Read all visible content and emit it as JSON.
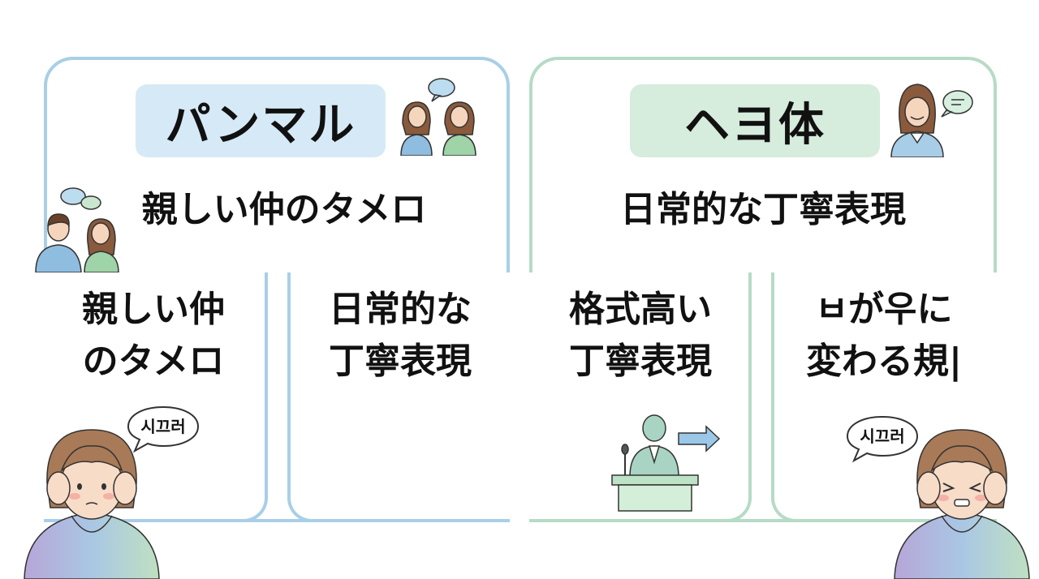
{
  "left": {
    "title": "パンマル",
    "subtitle": "親しい仲のタメロ",
    "cells": [
      {
        "line1": "親しい仲",
        "line2": "のタメロ"
      },
      {
        "line1": "日常的な",
        "line2": "丁寧表現"
      }
    ],
    "speech": "시끄러"
  },
  "right": {
    "title": "ヘヨ体",
    "subtitle": "日常的な丁寧表現",
    "cells": [
      {
        "line1": "格式高い",
        "line2": "丁寧表現"
      },
      {
        "line1": "ㅂが우に",
        "line2": "変わる規|"
      }
    ],
    "speech": "시끄러"
  },
  "colors": {
    "left_border": "#a9cfe6",
    "left_title_bg": "#d6e9f6",
    "right_border": "#b6dbc6",
    "right_title_bg": "#d6ecdd"
  }
}
